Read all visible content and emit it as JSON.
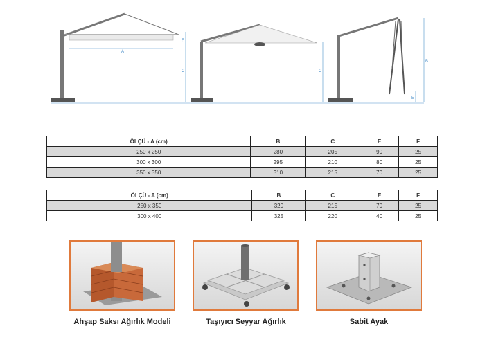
{
  "diagram": {
    "labels": {
      "a": "A",
      "b": "B",
      "c": "C",
      "e": "E",
      "f": "F"
    }
  },
  "table1": {
    "headers": [
      "ÖLÇÜ - A (cm)",
      "B",
      "C",
      "E",
      "F"
    ],
    "rows": [
      [
        "250 x 250",
        "280",
        "205",
        "90",
        "25"
      ],
      [
        "300 x 300",
        "295",
        "210",
        "80",
        "25"
      ],
      [
        "350 x 350",
        "310",
        "215",
        "70",
        "25"
      ]
    ]
  },
  "table2": {
    "headers": [
      "ÖLÇÜ - A (cm)",
      "B",
      "C",
      "E",
      "F"
    ],
    "rows": [
      [
        "250 x 350",
        "320",
        "215",
        "70",
        "25"
      ],
      [
        "300 x 400",
        "325",
        "220",
        "40",
        "25"
      ]
    ]
  },
  "products": [
    {
      "caption": "Ahşap Saksı Ağırlık Modeli"
    },
    {
      "caption": "Taşıyıcı Seyyar Ağırlık"
    },
    {
      "caption": "Sabit Ayak"
    }
  ],
  "colors": {
    "accent_border": "#e07a3c",
    "dimension_line": "#4a8fc9",
    "shaded_row": "#d9d9d9"
  }
}
